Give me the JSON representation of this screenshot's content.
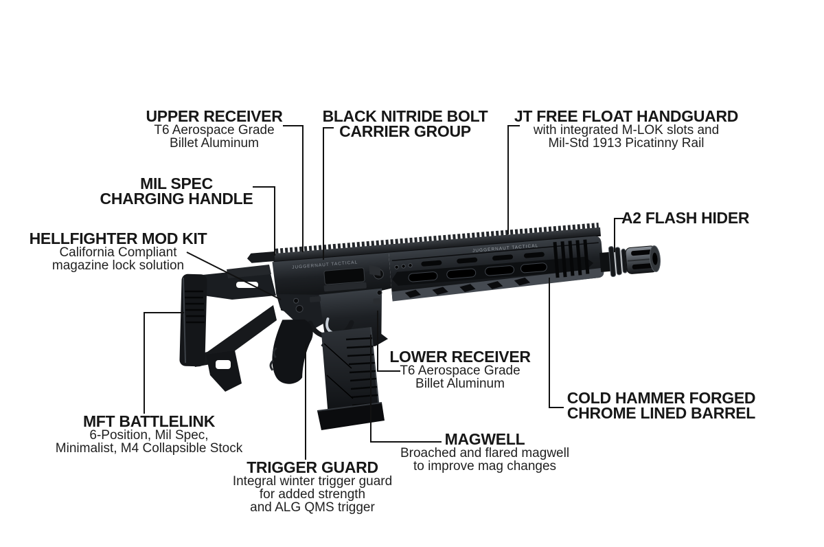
{
  "page": {
    "background": "#ffffff"
  },
  "diagram": {
    "subject": "AR-15 style rifle component callout diagram",
    "leader_color": "#111111",
    "text_color": "#1b1b1b"
  },
  "rifle": {
    "markings": [
      "JUGGERNAUT  TACTICAL",
      "JUGGERNAUT  TACTICAL"
    ],
    "finish_color": "#16181b"
  },
  "callouts": [
    {
      "id": "upper-receiver",
      "title_lines": [
        "UPPER RECEIVER"
      ],
      "sub_lines": [
        "T6 Aerospace Grade",
        "Billet Aluminum"
      ]
    },
    {
      "id": "bolt-carrier-group",
      "title_lines": [
        "BLACK NITRIDE BOLT",
        "CARRIER GROUP"
      ],
      "sub_lines": []
    },
    {
      "id": "handguard",
      "title_lines": [
        "JT FREE FLOAT HANDGUARD"
      ],
      "sub_lines": [
        "with integrated M-LOK slots and",
        "Mil-Std 1913 Picatinny Rail"
      ]
    },
    {
      "id": "charging-handle",
      "title_lines": [
        "MIL SPEC",
        "CHARGING HANDLE"
      ],
      "sub_lines": []
    },
    {
      "id": "hellfighter-mod-kit",
      "title_lines": [
        "HELLFIGHTER MOD KIT"
      ],
      "sub_lines": [
        "California Compliant",
        "magazine lock solution"
      ]
    },
    {
      "id": "flash-hider",
      "title_lines": [
        "A2 FLASH HIDER"
      ],
      "sub_lines": []
    },
    {
      "id": "lower-receiver",
      "title_lines": [
        "LOWER RECEIVER"
      ],
      "sub_lines": [
        "T6 Aerospace Grade",
        "Billet Aluminum"
      ]
    },
    {
      "id": "barrel",
      "title_lines": [
        "COLD HAMMER FORGED",
        "CHROME LINED BARREL"
      ],
      "sub_lines": []
    },
    {
      "id": "stock",
      "title_lines": [
        "MFT BATTLELINK"
      ],
      "sub_lines": [
        "6-Position, Mil Spec,",
        "Minimalist, M4 Collapsible Stock"
      ]
    },
    {
      "id": "magwell",
      "title_lines": [
        "MAGWELL"
      ],
      "sub_lines": [
        "Broached and flared magwell",
        "to improve mag changes"
      ]
    },
    {
      "id": "trigger-guard",
      "title_lines": [
        "TRIGGER GUARD"
      ],
      "sub_lines": [
        "Integral winter trigger guard",
        "for added strength",
        "and ALG QMS trigger"
      ]
    }
  ]
}
